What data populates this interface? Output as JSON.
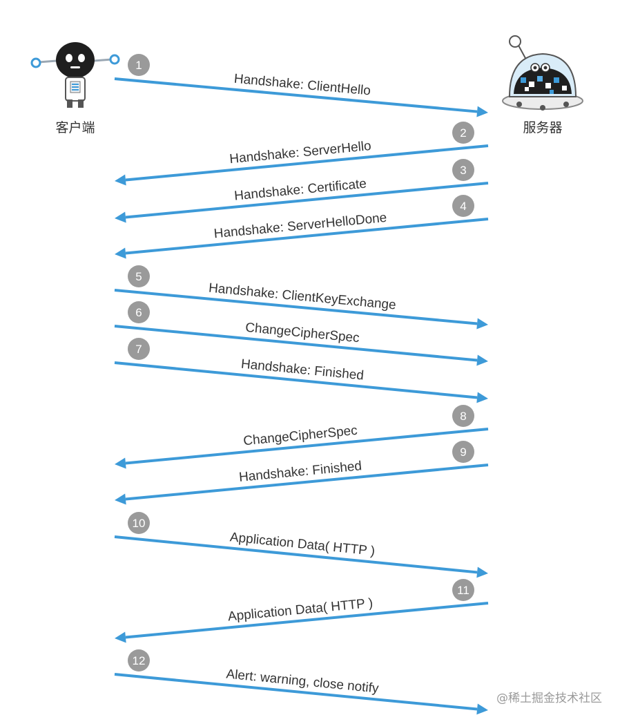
{
  "actors": {
    "client": {
      "label": "客户端",
      "icon": "client-robot-icon"
    },
    "server": {
      "label": "服务器",
      "icon": "server-robot-icon"
    }
  },
  "colors": {
    "arrow": "#3d9ad8",
    "step_badge": "#9a9a9a"
  },
  "messages": [
    {
      "step": "1",
      "label": "Handshake: ClientHello",
      "from": "client",
      "to": "server"
    },
    {
      "step": "2",
      "label": "Handshake: ServerHello",
      "from": "server",
      "to": "client"
    },
    {
      "step": "3",
      "label": "Handshake: Certificate",
      "from": "server",
      "to": "client"
    },
    {
      "step": "4",
      "label": "Handshake: ServerHelloDone",
      "from": "server",
      "to": "client"
    },
    {
      "step": "5",
      "label": "Handshake: ClientKeyExchange",
      "from": "client",
      "to": "server"
    },
    {
      "step": "6",
      "label": "ChangeCipherSpec",
      "from": "client",
      "to": "server"
    },
    {
      "step": "7",
      "label": "Handshake: Finished",
      "from": "client",
      "to": "server"
    },
    {
      "step": "8",
      "label": "ChangeCipherSpec",
      "from": "server",
      "to": "client"
    },
    {
      "step": "9",
      "label": "Handshake: Finished",
      "from": "server",
      "to": "client"
    },
    {
      "step": "10",
      "label": "Application Data( HTTP )",
      "from": "client",
      "to": "server"
    },
    {
      "step": "11",
      "label": "Application Data( HTTP )",
      "from": "server",
      "to": "client"
    },
    {
      "step": "12",
      "label": "Alert: warning, close notify",
      "from": "client",
      "to": "server"
    }
  ],
  "watermark": "@稀土掘金技术社区"
}
